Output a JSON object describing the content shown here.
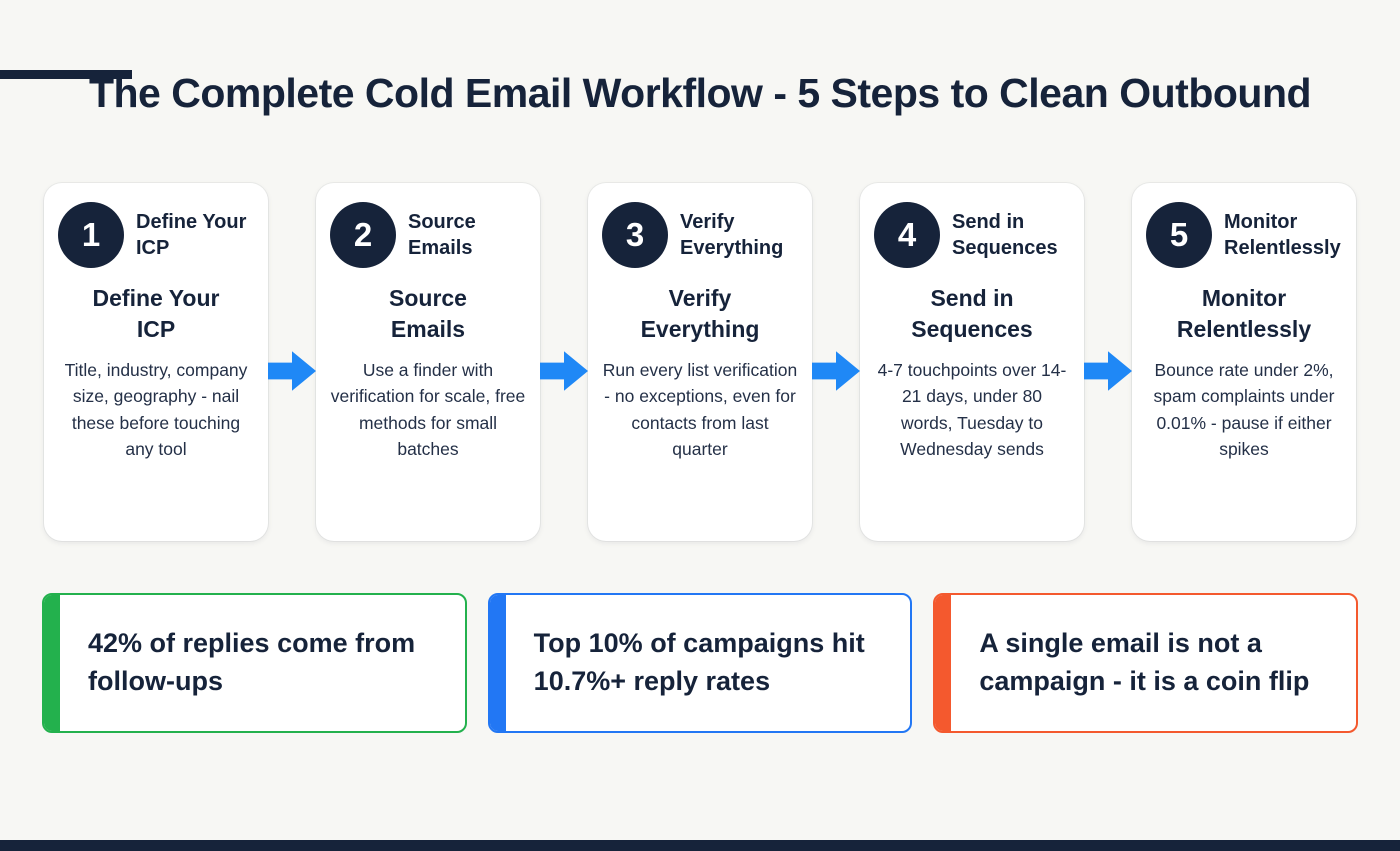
{
  "page": {
    "title": "The Complete Cold Email Workflow - 5 Steps to Clean Outbound"
  },
  "colors": {
    "navy": "#16233a",
    "arrow": "#1f88f6",
    "card-bg": "#ffffff",
    "page-bg": "#f7f7f4"
  },
  "steps": [
    {
      "number": "1",
      "title": "Define Your ICP",
      "subtitle": "Define Your ICP",
      "body": "Title, industry, company size, geography - nail these before touching any tool"
    },
    {
      "number": "2",
      "title": "Source Emails",
      "subtitle": "Source Emails",
      "body": "Use a finder with verification for scale, free methods for small batches"
    },
    {
      "number": "3",
      "title": "Verify Everything",
      "subtitle": "Verify Everything",
      "body": "Run every list verification - no exceptions, even for contacts from last quarter"
    },
    {
      "number": "4",
      "title": "Send in Sequences",
      "subtitle": "Send in Sequences",
      "body": "4-7 touchpoints over 14-21 days, under 80 words, Tuesday to Wednesday sends"
    },
    {
      "number": "5",
      "title": "Monitor Relentlessly",
      "subtitle": "Monitor Relentlessly",
      "body": "Bounce rate under 2%, spam complaints under 0.01% - pause if either spikes"
    }
  ],
  "stats": [
    {
      "text": "42% of replies come from follow-ups",
      "color": "#23b14d"
    },
    {
      "text": "Top 10% of campaigns hit 10.7%+ reply rates",
      "color": "#2277f4"
    },
    {
      "text": "A single email is not a campaign - it is a coin flip",
      "color": "#f4592e"
    }
  ]
}
